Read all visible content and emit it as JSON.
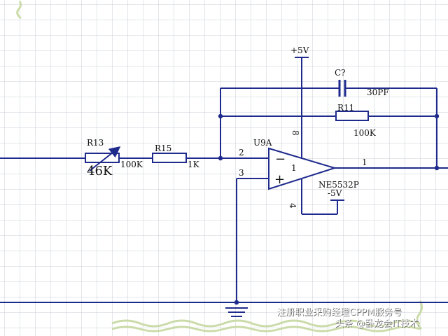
{
  "diagram": {
    "power_pos": "+5V",
    "power_neg": "-5V",
    "pin_8": "8",
    "pin_4": "4",
    "pin_2": "2",
    "pin_3": "3",
    "pin_1": "1",
    "opamp_ref": "U9A",
    "opamp_part": "NE5532P",
    "opamp_unit": "1",
    "opamp_minus": "−",
    "opamp_plus": "+",
    "capacitor_ref": "C?",
    "capacitor_value": "30PF",
    "r11_ref": "R11",
    "r11_value": "100K",
    "r13_ref": "R13",
    "r13_value": "100K",
    "r13_setting": "46K",
    "r15_ref": "R15",
    "r15_value": "1K"
  },
  "watermark": {
    "line1": "注册职业采购经理CPPM服务号",
    "line2": "头条 @卧龙会IT技术"
  },
  "colors": {
    "wire": "#1e2a8c",
    "grid": "#c9ced6",
    "border_green": "#c6d8a0"
  }
}
